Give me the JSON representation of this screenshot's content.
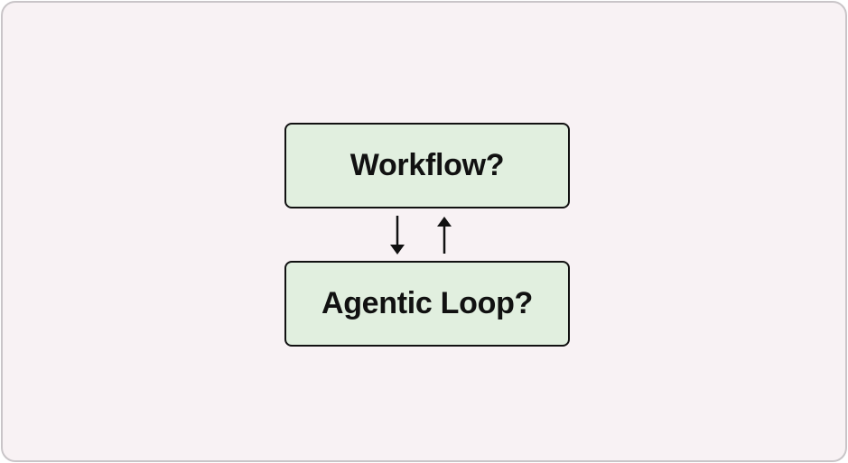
{
  "diagram": {
    "nodes": [
      {
        "id": "workflow",
        "label": "Workflow?"
      },
      {
        "id": "agentic-loop",
        "label": "Agentic Loop?"
      }
    ],
    "edges": [
      {
        "from": "workflow",
        "to": "agentic-loop",
        "direction": "down"
      },
      {
        "from": "agentic-loop",
        "to": "workflow",
        "direction": "up"
      }
    ],
    "colors": {
      "background": "#f8f2f4",
      "node_fill": "#e1efdf",
      "node_border": "#111111",
      "frame_border": "#c9c5c8"
    }
  }
}
